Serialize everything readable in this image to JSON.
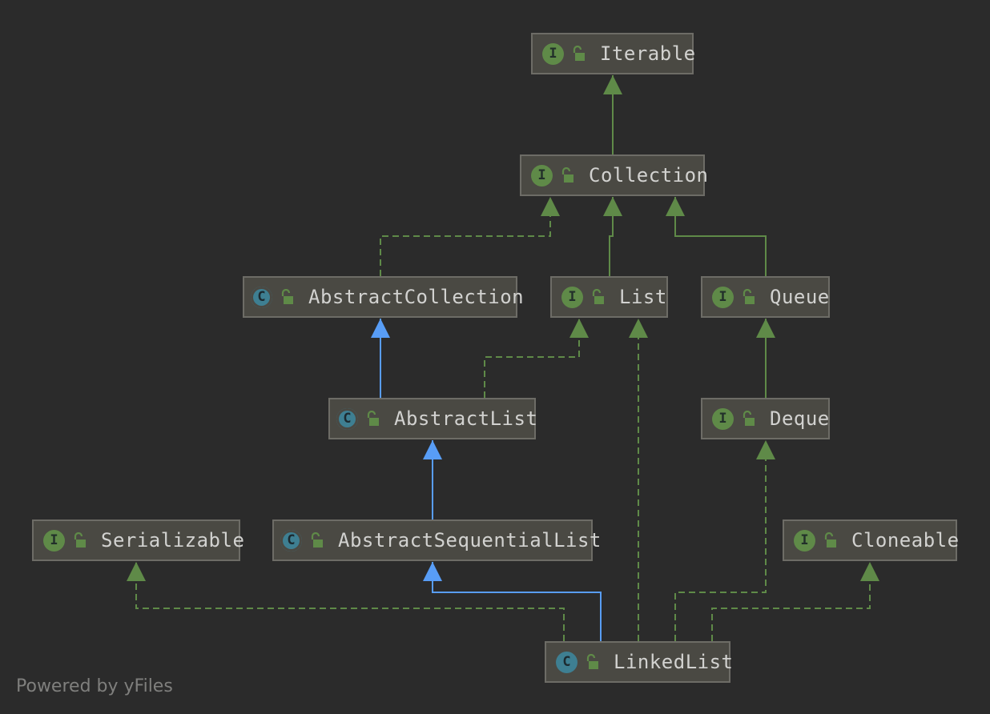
{
  "nodes": {
    "iterable": {
      "label": "Iterable",
      "kind": "I"
    },
    "collection": {
      "label": "Collection",
      "kind": "I"
    },
    "abstract_collection": {
      "label": "AbstractCollection",
      "kind": "C"
    },
    "list": {
      "label": "List",
      "kind": "I"
    },
    "queue": {
      "label": "Queue",
      "kind": "I"
    },
    "abstract_list": {
      "label": "AbstractList",
      "kind": "C"
    },
    "deque": {
      "label": "Deque",
      "kind": "I"
    },
    "serializable": {
      "label": "Serializable",
      "kind": "I"
    },
    "abstract_sequential_list": {
      "label": "AbstractSequentialList",
      "kind": "C"
    },
    "cloneable": {
      "label": "Cloneable",
      "kind": "I"
    },
    "linked_list": {
      "label": "LinkedList",
      "kind": "C"
    }
  },
  "footer": {
    "watermark": "Powered by yFiles"
  },
  "colors": {
    "background": "#2b2b2b",
    "node_fill": "#4a4943",
    "node_border": "#6d6c66",
    "interface_badge": "#5f8a48",
    "class_badge": "#3e7f92",
    "extends_interface_edge": "#5f8a48",
    "implements_edge": "#5f8a48",
    "extends_class_edge": "#589df6"
  }
}
